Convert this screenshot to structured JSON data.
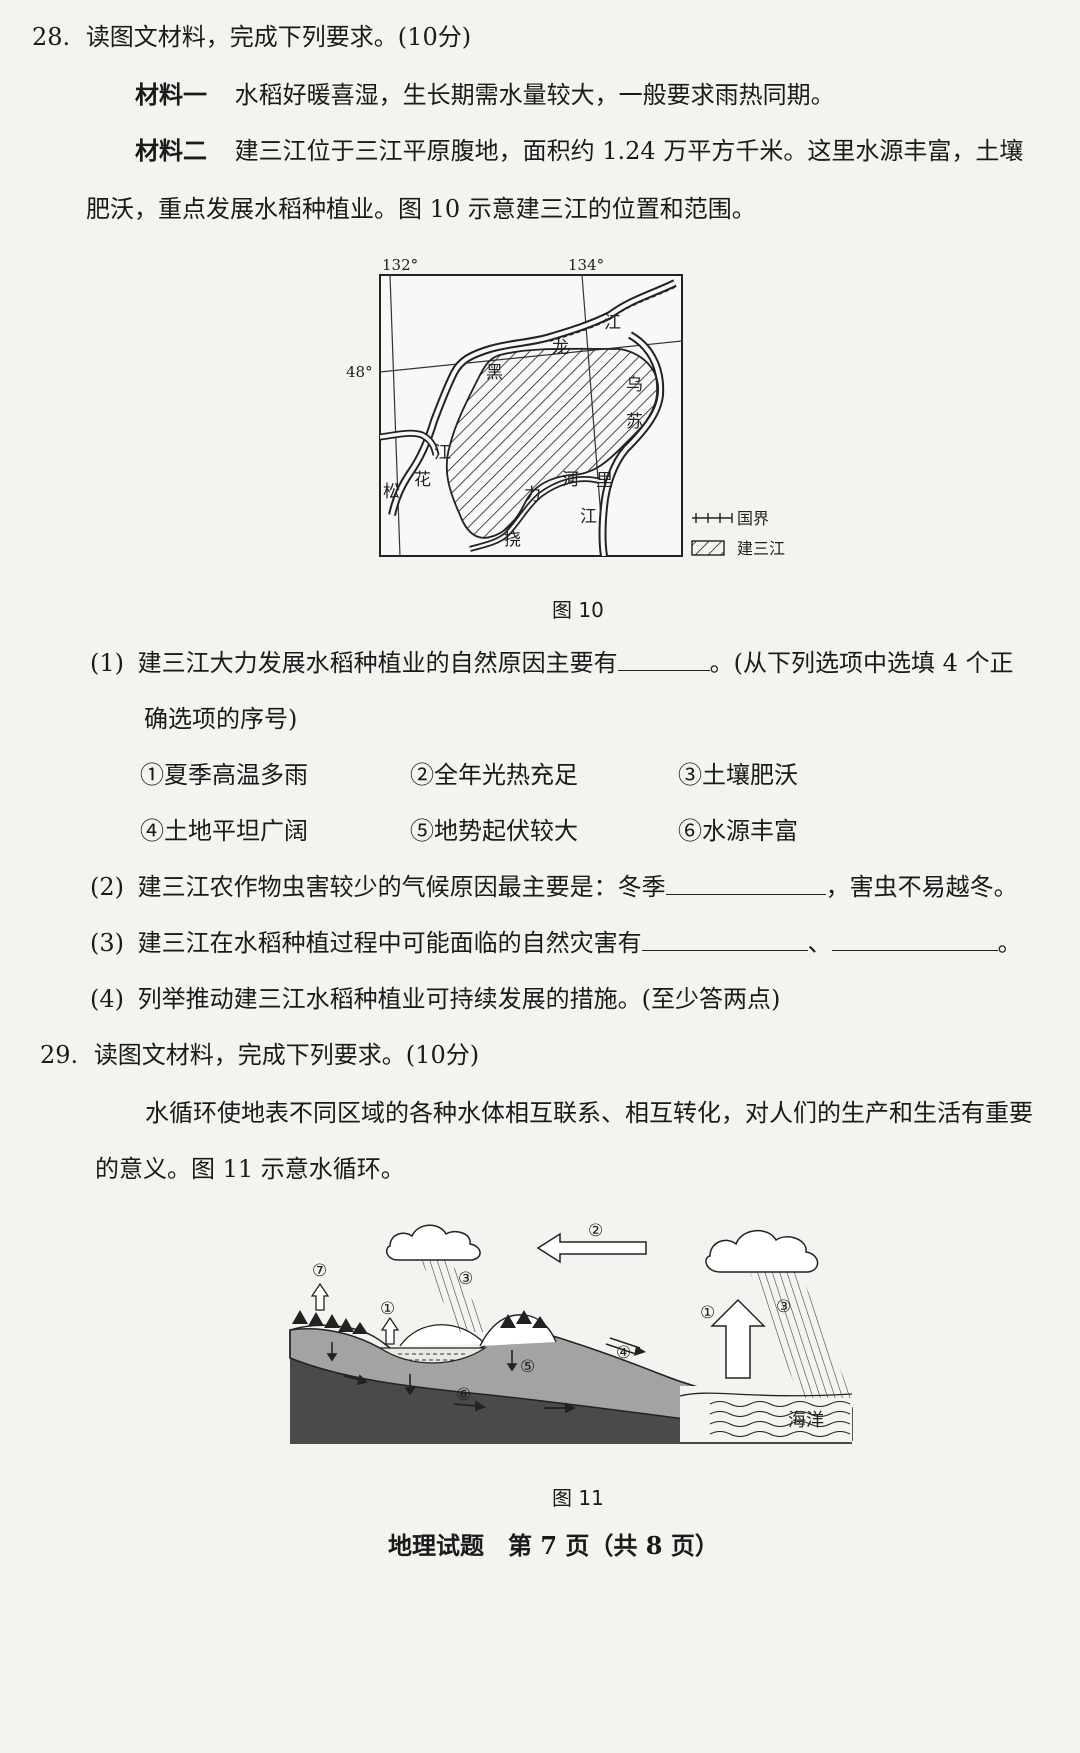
{
  "q28": {
    "number": "28.",
    "prompt": "读图文材料，完成下列要求。(10分)",
    "mat1_label": "材料一",
    "mat1_text": "水稻好暖喜湿，生长期需水量较大，一般要求雨热同期。",
    "mat2_label": "材料二",
    "mat2_text_1": "建三江位于三江平原腹地，面积约 1.24 万平方千米。这里水源丰富，土壤",
    "mat2_text_2": "肥沃，重点发展水稻种植业。图 10 示意建三江的位置和范围。",
    "map": {
      "lon1": "132°",
      "lon2": "134°",
      "lat": "48°",
      "labels": {
        "hei": "黑",
        "long": "龙",
        "jiang_top": "江",
        "wu": "乌",
        "su": "苏",
        "li": "里",
        "jiang_right": "江",
        "he": "河",
        "li2": "力",
        "nao": "挠",
        "jiang_left": "江",
        "hua": "花",
        "song": "松"
      },
      "legend_border": "国界",
      "legend_area": "建三江"
    },
    "fig_caption": "图 10",
    "s1_num": "(1)",
    "s1_text_a": "建三江大力发展水稻种植业的自然原因主要有",
    "s1_text_b": "。(从下列选项中选填 4 个正",
    "s1_text_c": "确选项的序号)",
    "options": [
      "①夏季高温多雨",
      "②全年光热充足",
      "③土壤肥沃",
      "④土地平坦广阔",
      "⑤地势起伏较大",
      "⑥水源丰富"
    ],
    "s2_num": "(2)",
    "s2_text_a": "建三江农作物虫害较少的气候原因最主要是：冬季",
    "s2_text_b": "，害虫不易越冬。",
    "s3_num": "(3)",
    "s3_text_a": "建三江在水稻种植过程中可能面临的自然灾害有",
    "s3_sep": "、",
    "s3_end": "。",
    "s4_num": "(4)",
    "s4_text": "列举推动建三江水稻种植业可持续发展的措施。(至少答两点)"
  },
  "q29": {
    "number": "29.",
    "prompt": "读图文材料，完成下列要求。(10分)",
    "intro_1": "水循环使地表不同区域的各种水体相互联系、相互转化，对人们的生产和生活有重要",
    "intro_2": "的意义。图 11 示意水循环。",
    "diagram": {
      "n1": "①",
      "n2": "②",
      "n3": "③",
      "n4": "④",
      "n5": "⑤",
      "n6": "⑥",
      "n7": "⑦",
      "ocean": "海洋"
    },
    "fig_caption": "图 11"
  },
  "footer": "地理试题　第 7 页（共 8 页）"
}
